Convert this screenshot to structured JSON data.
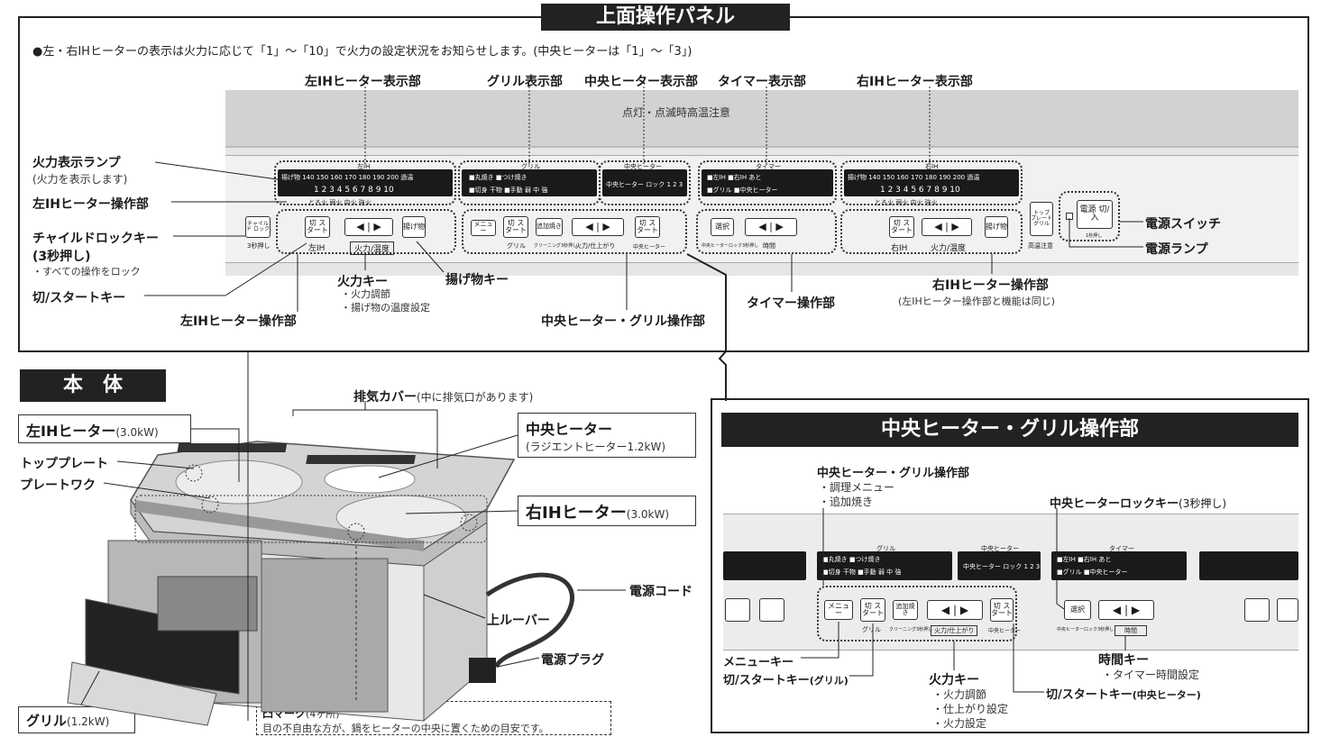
{
  "top_panel": {
    "title": "上面操作パネル",
    "note": "●左・右IHヒーターの表示は火力に応じて「1」～「10」で火力の設定状況をお知らせします。(中央ヒーターは「1」～「3」)",
    "panel_caution": "点灯・点滅時高温注意",
    "labels": {
      "left_display": "左IHヒーター表示部",
      "grill_display": "グリル表示部",
      "center_display": "中央ヒーター表示部",
      "timer_display": "タイマー表示部",
      "right_display": "右IHヒーター表示部",
      "power_lamp_indicator": "火力表示ランプ",
      "power_lamp_indicator_sub": "(火力を表示します)",
      "left_ops": "左IHヒーター操作部",
      "child_lock": "チャイルドロックキー",
      "child_lock_sub": "(3秒押し)",
      "child_lock_note": "・すべての操作をロック",
      "start_key": "切/スタートキー",
      "left_ops_bottom": "左IHヒーター操作部",
      "power_key": "火力キー",
      "power_key_notes": [
        "・火力調節",
        "・揚げ物の温度設定"
      ],
      "fry_key": "揚げ物キー",
      "center_grill_ops": "中央ヒーター・グリル操作部",
      "timer_ops": "タイマー操作部",
      "right_ops": "右IHヒーター操作部",
      "right_ops_sub": "(左IHヒーター操作部と機能は同じ)",
      "power_switch": "電源スイッチ",
      "power_lamp": "電源ランプ"
    },
    "panel": {
      "left_ih": "左IH",
      "grill": "グリル",
      "center_heater": "中央ヒーター",
      "timer": "タイマー",
      "right_ih": "右IH",
      "temps": "揚げ物 140 150 160 170 180 190 200 過温",
      "levels": "1 2 3 4 5 6 7 8 9 10",
      "heat_words": "とろ火 弱火 中火 強火",
      "grill_row1": "■丸焼き ■つけ焼き",
      "grill_row2": "■切身 干物 ■手動 弱 中 強",
      "center_row": "中央ヒーター ロック 1 2 3",
      "timer_row1": "■左IH ■右IH あと",
      "timer_row2": "■グリル ■中央ヒーター",
      "child_lock_btn": "チャイルド ロック",
      "three_sec": "3秒押し",
      "kiri_start": "切 スタート",
      "arrows": "◀ | ▶",
      "fry": "揚げ物",
      "menu": "メニュー",
      "add_bake": "追加焼き",
      "select": "選択",
      "top_plate_grill": "トップ プレート グリル",
      "high_temp": "高温注意",
      "power_btn": "電源 切/入",
      "power_label": "火力/温度",
      "grill_label": "グリル",
      "cleaning": "クリーニング3秒押し",
      "finish_label": "火力/仕上がり",
      "center_label": "中央ヒーター",
      "lock_note": "中央ヒーターロック3秒押し",
      "time_label": "時間",
      "press_long": "1秒押し"
    }
  },
  "body": {
    "title": "本　体",
    "left_ih": "左IHヒーター",
    "left_ih_kw": "(3.0kW)",
    "top_plate": "トッププレート",
    "plate_work": "プレートワク",
    "exhaust_cover": "排気カバー",
    "exhaust_cover_sub": "(中に排気口があります)",
    "center_heater": "中央ヒーター",
    "center_heater_sub": "(ラジエントヒーター1.2kW)",
    "right_ih": "右IHヒーター",
    "right_ih_kw": "(3.0kW)",
    "power_cord": "電源コード",
    "upper_louver": "上ルーバー",
    "power_plug": "電源プラグ",
    "grill": "グリル",
    "grill_kw": "(1.2kW)",
    "bump_mark": "凸マーク",
    "bump_mark_count": "(4ヶ所)",
    "bump_mark_note": "目の不自由な方が、鍋をヒーターの中央に置くための目安です。"
  },
  "center_panel": {
    "title": "中央ヒーター・グリル操作部",
    "ops_label": "中央ヒーター・グリル操作部",
    "ops_notes": [
      "・調理メニュー",
      "・追加焼き"
    ],
    "lock_key": "中央ヒーターロックキー",
    "lock_key_sub": "(3秒押し)",
    "menu_key": "メニューキー",
    "start_grill": "切/スタートキー",
    "start_grill_sub": "(グリル)",
    "power_key": "火力キー",
    "power_key_notes": [
      "・火力調節",
      "・仕上がり設定",
      "・火力設定"
    ],
    "start_center": "切/スタートキー",
    "start_center_sub": "(中央ヒーター)",
    "time_key": "時間キー",
    "time_key_note": "・タイマー時間設定"
  }
}
